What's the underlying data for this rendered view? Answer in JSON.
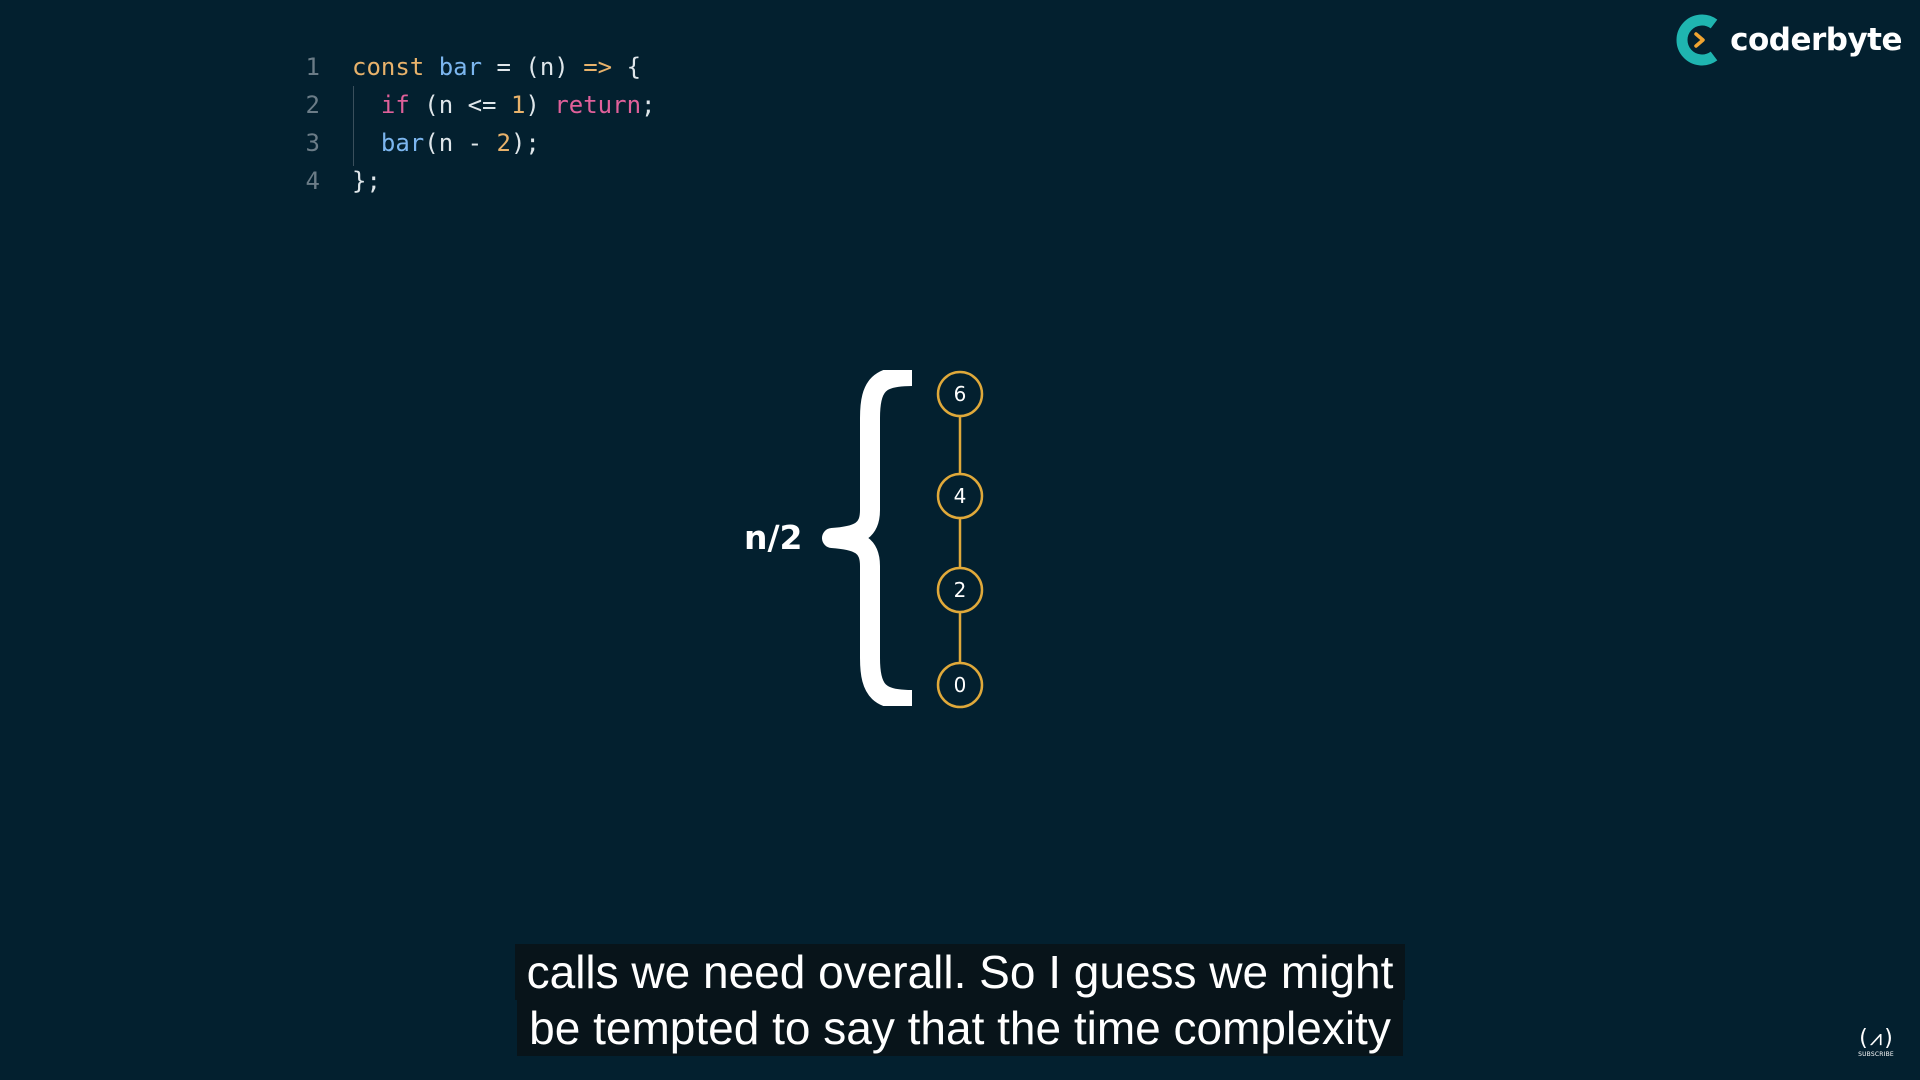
{
  "code": {
    "lines": [
      {
        "num": "1",
        "t1": "const",
        "t2": " ",
        "t3": "bar",
        "t4": " = (n) ",
        "t5": "=>",
        "t6": " {"
      },
      {
        "num": "2",
        "t1": "if",
        "t2": " (n <= ",
        "t3": "1",
        "t4": ") ",
        "t5": "return",
        "t6": ";"
      },
      {
        "num": "3",
        "t1": "bar",
        "t2": "(n - ",
        "t3": "2",
        "t4": ");"
      },
      {
        "num": "4",
        "t1": "};"
      }
    ]
  },
  "logo": {
    "text": "coderbyte",
    "accent": "#1fb5b0"
  },
  "diagram": {
    "brace_label": "n/2",
    "nodes": [
      "6",
      "4",
      "2",
      "0"
    ],
    "node_color": "#e0a93a"
  },
  "captions": {
    "line1": "calls we need overall. So I guess we might",
    "line2": "be tempted to say that the time complexity"
  },
  "subscribe": {
    "glyph": "(⩘)",
    "label": "SUBSCRIBE"
  }
}
